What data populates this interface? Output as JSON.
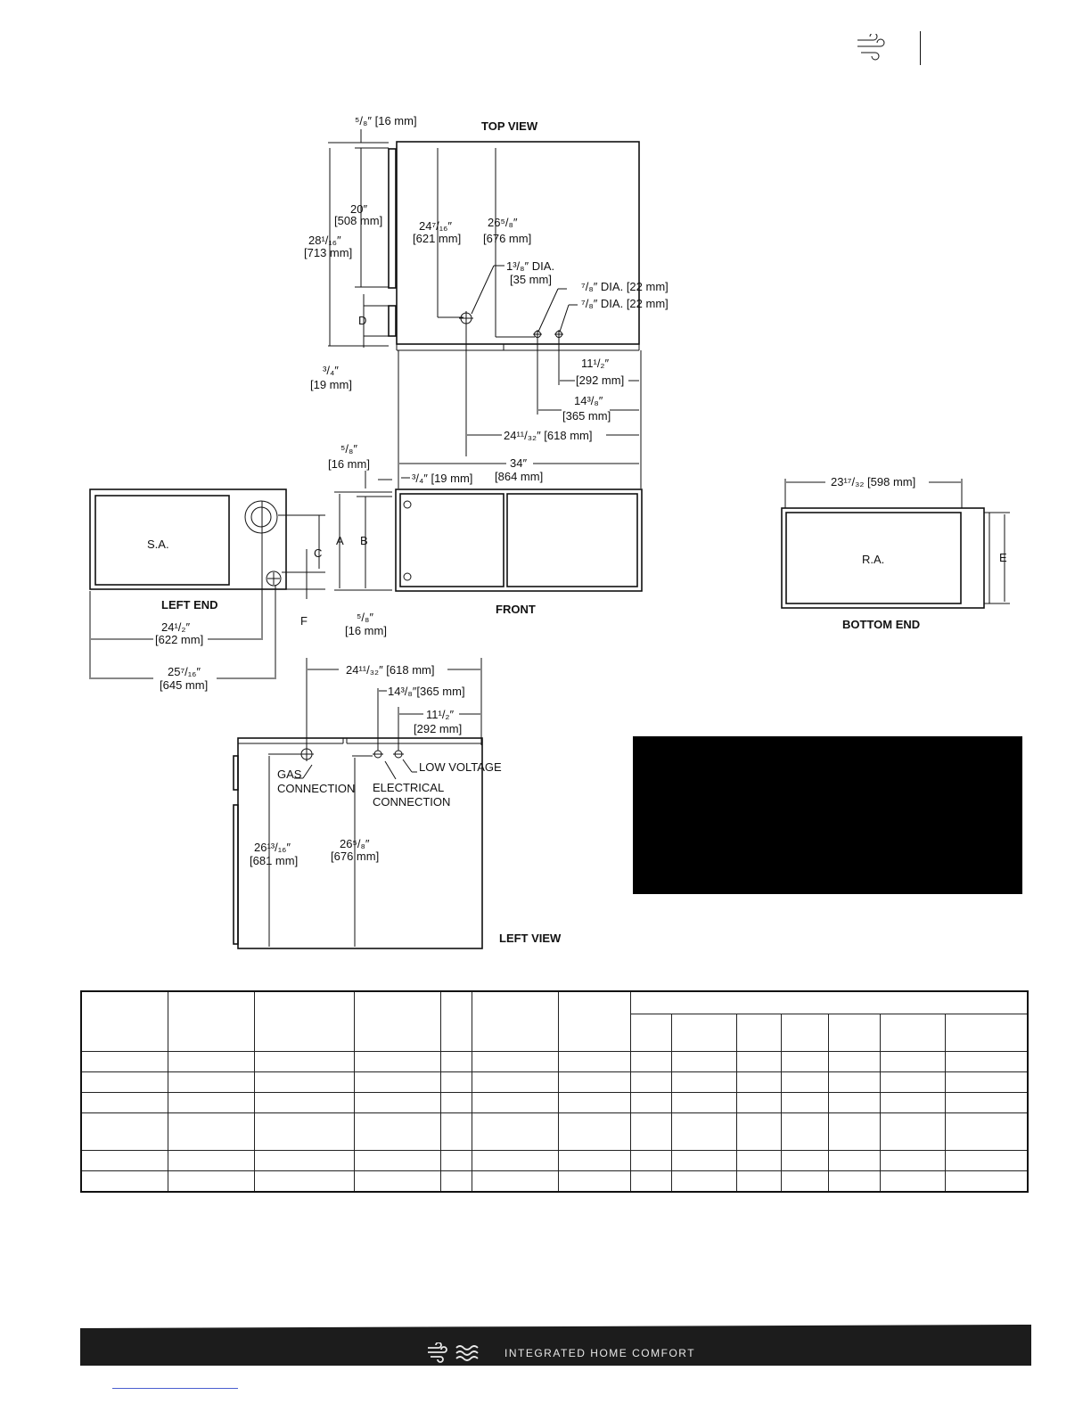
{
  "header": {
    "logo_icon": "air-flow-icon"
  },
  "labels": {
    "top_view": "TOP VIEW",
    "left_end": "LEFT END",
    "front": "FRONT",
    "bottom_end": "BOTTOM END",
    "left_view": "LEFT VIEW",
    "sa": "S.A.",
    "ra": "R.A.",
    "a": "A",
    "b": "B",
    "c": "C",
    "d": "D",
    "e": "E",
    "f": "F"
  },
  "dims": {
    "top_5_8": "⁵/₈″ [16 mm]",
    "d20_in": "20″",
    "d20_mm": "[508 mm]",
    "d28_in": "28¹/₁₆″",
    "d28_mm": "[713 mm]",
    "d24_7_in": "24⁷/₁₆″",
    "d24_7_mm": "[621 mm]",
    "d26_5_in": "26⁵/₈″",
    "d26_5_mm": "[676 mm]",
    "dia_138_a": "1³/₈″ DIA.",
    "dia_138_b": "[35 mm]",
    "dia_78_1": "⁷/₈″ DIA. [22 mm]",
    "dia_78_2": "⁷/₈″ DIA. [22 mm]",
    "d3_4_in": "³/₄″",
    "d3_4_mm": "[19 mm]",
    "d11_in": "11¹/₂″",
    "d11_mm": "[292 mm]",
    "d14_in": "14³/₈″",
    "d14_mm": "[365 mm]",
    "d24_11": "24¹¹/₃₂″ [618 mm]",
    "d5_8_in": "⁵/₈″",
    "d5_8_mm": "[16 mm]",
    "d34_in": "34″",
    "d34_mm": "[864 mm]",
    "d3_4_19": "³/₄″ [19 mm]",
    "d23": "23¹⁷/₃₂ [598 mm]",
    "d24_1_in": "24¹/₂″",
    "d24_1_mm": "[622 mm]",
    "d25_in": "25⁷/₁₆″",
    "d25_mm": "[645 mm]",
    "front_5_8_in": "⁵/₈″",
    "front_5_8_mm": "[16 mm]",
    "lv_24_11": "24¹¹/₃₂″ [618 mm]",
    "lv_14": "14³/₈″[365 mm]",
    "lv_11_in": "11¹/₂″",
    "lv_11_mm": "[292 mm]",
    "gas_1": "GAS",
    "gas_2": "CONNECTION",
    "elec_1": "ELECTRICAL",
    "elec_2": "CONNECTION",
    "low_voltage": "LOW VOLTAGE",
    "lv_26_13_in": "26¹³/₁₆″",
    "lv_26_13_mm": "[681 mm]",
    "lv_26_5_in": "26⁵/₈″",
    "lv_26_5_mm": "[676 mm]"
  },
  "footer": {
    "brand_text": "INTEGRATED HOME COMFORT",
    "logo_icons": [
      "air-flow-icon",
      "water-wave-icon"
    ]
  }
}
